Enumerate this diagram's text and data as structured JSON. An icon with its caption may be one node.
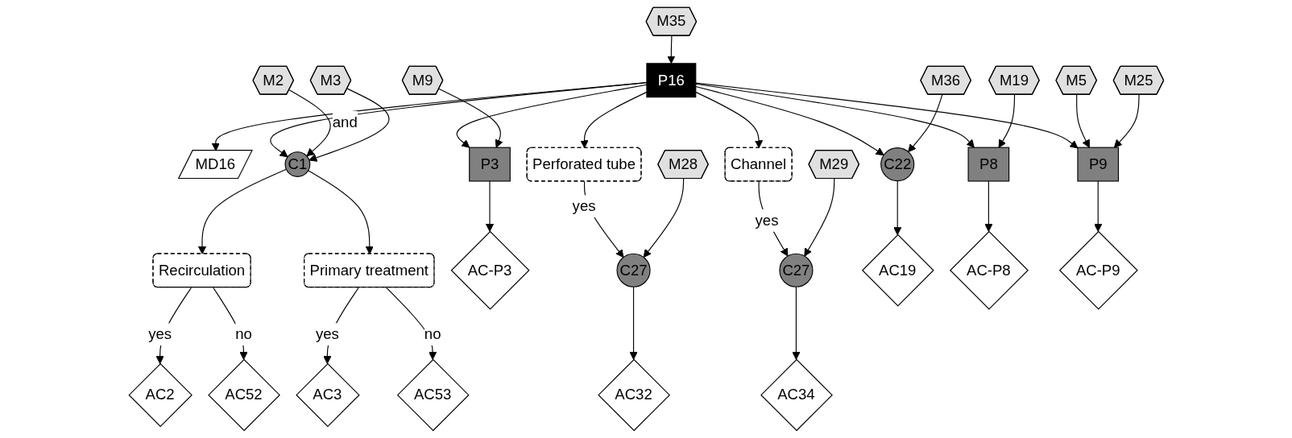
{
  "diagram": {
    "nodes": [
      {
        "text": [
          "M35"
        ]
      },
      {
        "text": [
          "P16"
        ]
      },
      {
        "text": [
          "MD16"
        ]
      },
      {
        "text": [
          "M2"
        ]
      },
      {
        "text": [
          "M3"
        ]
      },
      {
        "text": [
          "C1"
        ]
      },
      {
        "text": [
          "M9"
        ]
      },
      {
        "text": [
          "P3"
        ]
      },
      {
        "text": [
          "Perforated tube"
        ]
      },
      {
        "text": [
          "Channel"
        ]
      },
      {
        "text": [
          "M36"
        ]
      },
      {
        "text": [
          "C22"
        ]
      },
      {
        "text": [
          "M19"
        ]
      },
      {
        "text": [
          "P8"
        ]
      },
      {
        "text": [
          "M5"
        ]
      },
      {
        "text": [
          "P9"
        ]
      },
      {
        "text": [
          "M25"
        ]
      },
      {
        "text": [
          "AC-P3"
        ]
      },
      {
        "text": [
          "AC19"
        ]
      },
      {
        "text": [
          "AC-P8"
        ]
      },
      {
        "text": [
          "AC-P9"
        ]
      },
      {
        "text": [
          "Recirculation"
        ]
      },
      {
        "text": [
          "Primary treatment"
        ]
      },
      {
        "text": [
          "M28"
        ]
      },
      {
        "text": [
          "C27"
        ]
      },
      {
        "text": [
          "M29"
        ]
      },
      {
        "text": [
          "C27"
        ]
      },
      {
        "text": [
          "AC2"
        ]
      },
      {
        "text": [
          "AC52"
        ]
      },
      {
        "text": [
          "AC3"
        ]
      },
      {
        "text": [
          "AC53"
        ]
      },
      {
        "text": [
          "AC32"
        ]
      },
      {
        "text": [
          "AC34"
        ]
      }
    ],
    "edges": [
      {
        "from": 0,
        "to": 1,
        "arrow": "to"
      },
      {
        "from": 1,
        "to": 2,
        "arrow": "to"
      },
      {
        "from": 1,
        "to": 5,
        "arrow": "to"
      },
      {
        "from": 1,
        "to": 7,
        "arrow": "to"
      },
      {
        "from": 1,
        "to": 8,
        "arrow": "to"
      },
      {
        "from": 1,
        "to": 9,
        "arrow": "to"
      },
      {
        "from": 1,
        "to": 11,
        "arrow": "to"
      },
      {
        "from": 1,
        "to": 13,
        "arrow": "to"
      },
      {
        "from": 1,
        "to": 15,
        "arrow": "to"
      },
      {
        "from": 3,
        "to": 5,
        "arrow": "to",
        "label": "and"
      },
      {
        "from": 4,
        "to": 5,
        "arrow": "to"
      },
      {
        "from": 6,
        "to": 7,
        "arrow": "to"
      },
      {
        "from": 7,
        "to": 17,
        "arrow": "to"
      },
      {
        "from": 10,
        "to": 11,
        "arrow": "to"
      },
      {
        "from": 11,
        "to": 18,
        "arrow": "to"
      },
      {
        "from": 12,
        "to": 13,
        "arrow": "to"
      },
      {
        "from": 13,
        "to": 19,
        "arrow": "to"
      },
      {
        "from": 14,
        "to": 15,
        "arrow": "to"
      },
      {
        "from": 16,
        "to": 15,
        "arrow": "to"
      },
      {
        "from": 15,
        "to": 20,
        "arrow": "to"
      },
      {
        "from": 5,
        "to": 21,
        "arrow": "to"
      },
      {
        "from": 5,
        "to": 22,
        "arrow": "to"
      },
      {
        "from": 8,
        "to": 24,
        "arrow": "to",
        "label": "yes"
      },
      {
        "from": 23,
        "to": 24,
        "arrow": "to"
      },
      {
        "from": 24,
        "to": 31,
        "arrow": "to"
      },
      {
        "from": 9,
        "to": 26,
        "arrow": "to",
        "label": "yes"
      },
      {
        "from": 25,
        "to": 26,
        "arrow": "to"
      },
      {
        "from": 26,
        "to": 32,
        "arrow": "to"
      },
      {
        "from": 21,
        "to": 27,
        "arrow": "to",
        "label": "yes"
      },
      {
        "from": 21,
        "to": 28,
        "arrow": "to",
        "label": "no"
      },
      {
        "from": 22,
        "to": 29,
        "arrow": "to",
        "label": "yes"
      },
      {
        "from": 22,
        "to": 30,
        "arrow": "to",
        "label": "no"
      }
    ]
  }
}
